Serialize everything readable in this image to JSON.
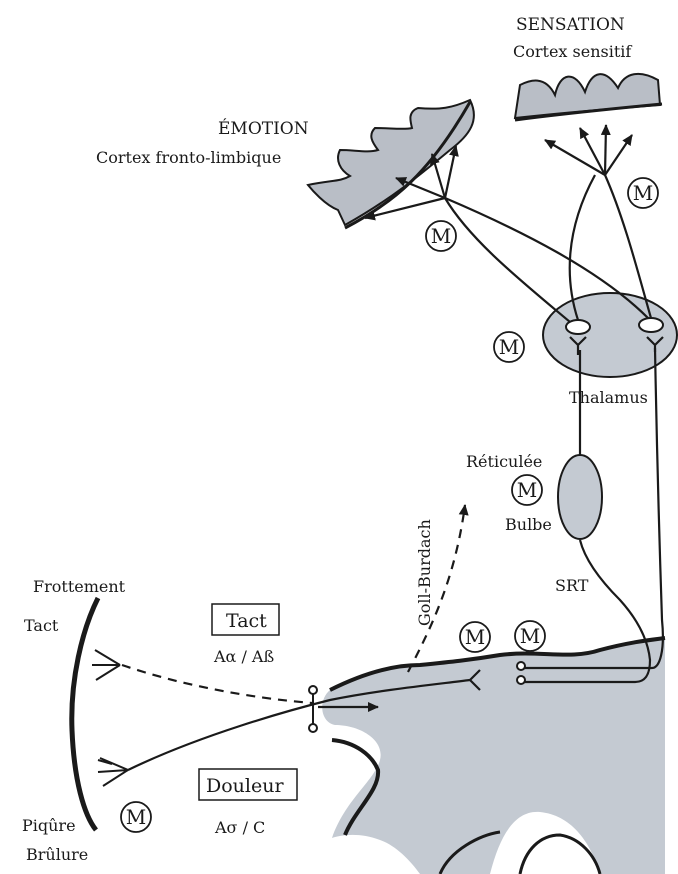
{
  "cortex": {
    "sensation_title": "SENSATION",
    "sensation_sub": "Cortex sensitif",
    "emotion_title": "ÉMOTION",
    "emotion_sub": "Cortex fronto-limbique"
  },
  "nuclei": {
    "thalamus": "Thalamus",
    "reticulee": "Réticulée",
    "bulbe": "Bulbe",
    "srt": "SRT",
    "goll_burdach": "Goll-Burdach"
  },
  "periphery": {
    "frottement": "Frottement",
    "tact": "Tact",
    "piqure": "Piqûre",
    "brulure": "Brûlure"
  },
  "fibers": {
    "tact_box": "Tact",
    "tact_fibers": "Aα / Aß",
    "douleur_box": "Douleur",
    "douleur_fibers": "Aσ / C"
  },
  "modulation_marker": "M",
  "colors": {
    "tissue_fill": "#c4cad2",
    "cortex_fill": "#b9bec6",
    "ink": "#1a1a1a"
  }
}
